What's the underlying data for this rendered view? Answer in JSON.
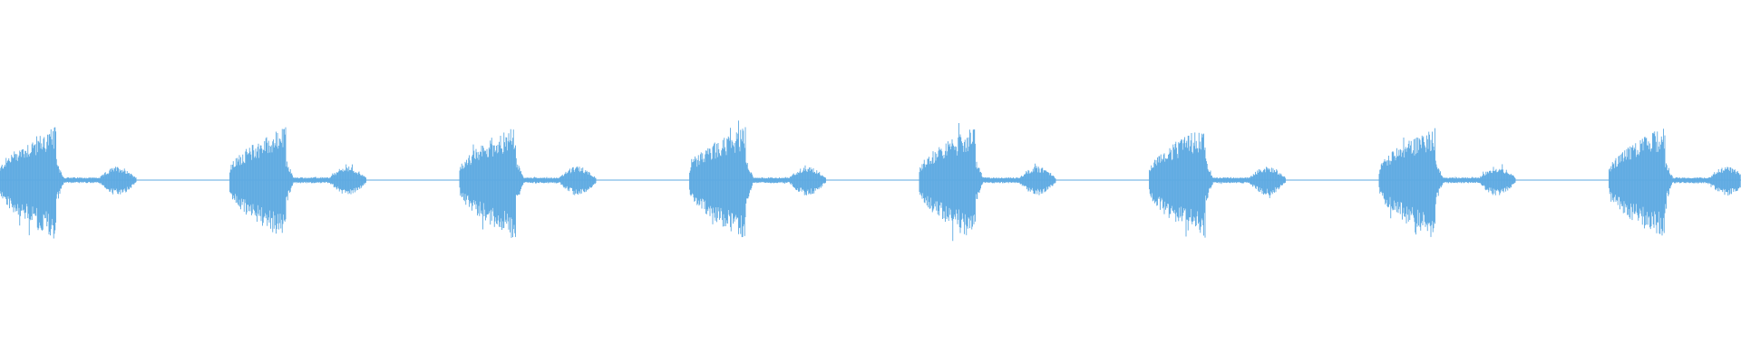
{
  "waveform": {
    "color": "#5eaae2",
    "background": "#ffffff",
    "pulse_count": 8,
    "pulse_period_seconds": 1,
    "duration_seconds": 7.6,
    "pulse": {
      "burst_peak": 0.58,
      "secondary_peak": 0.12,
      "baseline": 0.01
    }
  }
}
